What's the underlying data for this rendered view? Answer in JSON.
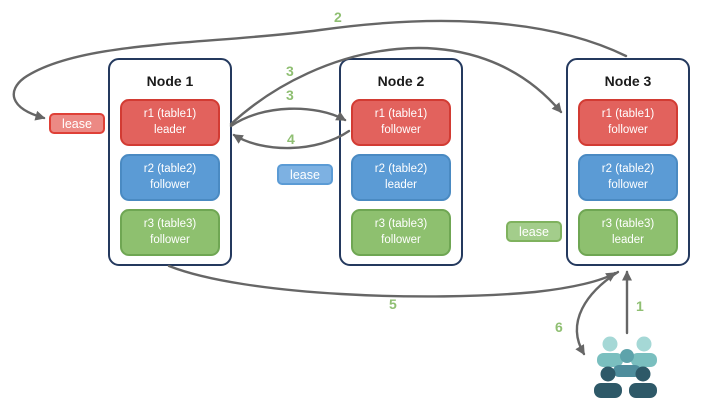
{
  "diagram": {
    "kind": "replica-lease-flow-diagram",
    "colors": {
      "arrow": "#666666",
      "step_label": "#8fbf72",
      "node_border": "#24395e",
      "red_fill": "#e2625d",
      "red_border": "#d23b33",
      "blue_fill": "#5b9bd5",
      "blue_border": "#4a8ac2",
      "green_fill": "#8ec06f",
      "green_border": "#6fa653"
    },
    "nodes": [
      {
        "title": "Node 1",
        "replicas": [
          {
            "label": "r1 (table1)",
            "role": "leader",
            "fill": "#e2625d",
            "border": "#d23b33"
          },
          {
            "label": "r2 (table2)",
            "role": "follower",
            "fill": "#5b9bd5",
            "border": "#4a8ac2"
          },
          {
            "label": "r3 (table3)",
            "role": "follower",
            "fill": "#8ec06f",
            "border": "#6fa653"
          }
        ]
      },
      {
        "title": "Node 2",
        "replicas": [
          {
            "label": "r1 (table1)",
            "role": "follower",
            "fill": "#e2625d",
            "border": "#d23b33"
          },
          {
            "label": "r2 (table2)",
            "role": "leader",
            "fill": "#5b9bd5",
            "border": "#4a8ac2"
          },
          {
            "label": "r3 (table3)",
            "role": "follower",
            "fill": "#8ec06f",
            "border": "#6fa653"
          }
        ]
      },
      {
        "title": "Node 3",
        "replicas": [
          {
            "label": "r1 (table1)",
            "role": "follower",
            "fill": "#e2625d",
            "border": "#d23b33"
          },
          {
            "label": "r2 (table2)",
            "role": "follower",
            "fill": "#5b9bd5",
            "border": "#4a8ac2"
          },
          {
            "label": "r3 (table3)",
            "role": "leader",
            "fill": "#8ec06f",
            "border": "#6fa653"
          }
        ]
      }
    ],
    "leases": [
      {
        "label": "lease",
        "fill": "#ec8984",
        "border": "#df4037"
      },
      {
        "label": "lease",
        "fill": "#7db1e2",
        "border": "#5b9bd5"
      },
      {
        "label": "lease",
        "fill": "#a3cd8b",
        "border": "#7fb25e"
      }
    ],
    "steps": [
      "1",
      "2",
      "3",
      "3",
      "4",
      "5",
      "6"
    ],
    "users_icon": {
      "name": "users-group-icon",
      "colors": {
        "back_head": "#a5d8d6",
        "back_body": "#7abfbf",
        "mid_head": "#5ea3ab",
        "mid_body": "#4e8d9c",
        "front": "#2e5968"
      }
    }
  }
}
